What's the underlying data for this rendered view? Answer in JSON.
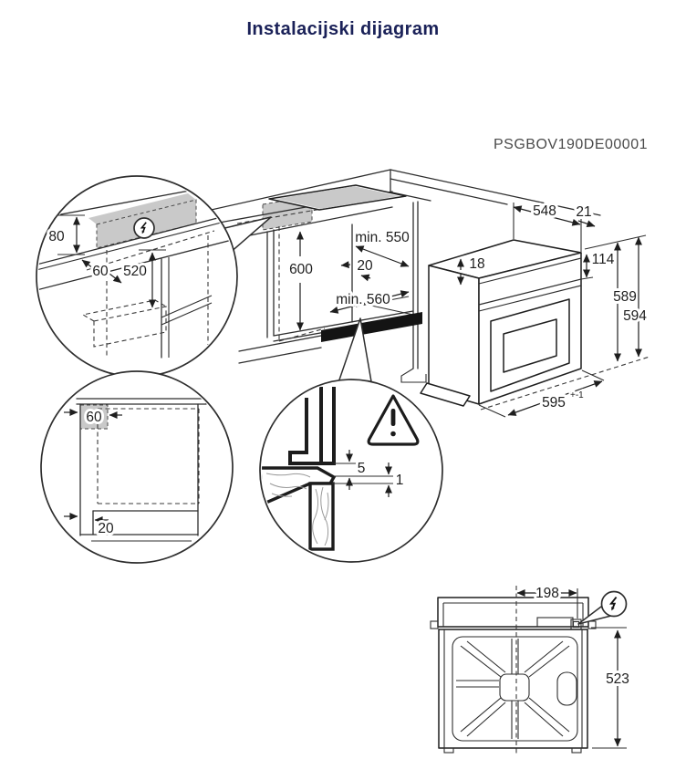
{
  "title": "Instalacijski dijagram",
  "model_code": "PSGBOV190DE00001",
  "colors": {
    "title": "#1a2158",
    "line": "#2e2e2e",
    "shade": "#c9c9c9",
    "code": "#4a4a4a",
    "vent_strip": "#141414"
  },
  "icons": {
    "electrical": "lightning-bolt-in-circle",
    "caution": "warning-triangle"
  },
  "main_view": {
    "niche_height": "600",
    "niche_depth": "min. 550",
    "rear_gap": "20",
    "niche_width": "min. 560"
  },
  "detail_electrical": {
    "wall_strip_height": "80",
    "front_offset": "60",
    "connection_height": "520"
  },
  "detail_side": {
    "rear_zone_depth": "60",
    "plinth_recess": "20"
  },
  "detail_clearance": {
    "counter_gap": "5",
    "panel_gap": "1"
  },
  "oven": {
    "depth": "548",
    "rear_clearance": "21",
    "top_clearance": "18",
    "control_panel_height": "114",
    "body_height": "589",
    "front_height": "594",
    "front_width": "595",
    "width_tolerance": "+-1"
  },
  "back_view": {
    "connection_offset": "198",
    "connection_drop": "523"
  }
}
